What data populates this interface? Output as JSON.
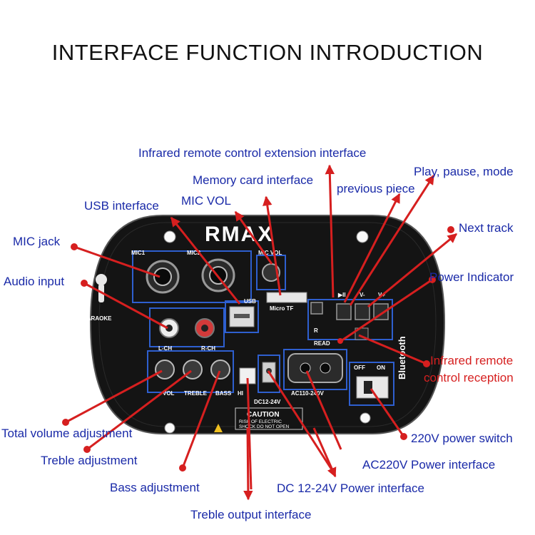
{
  "title": "INTERFACE FUNCTION INTRODUCTION",
  "labels": {
    "ir_ext": "Infrared remote control extension interface",
    "memory_card": "Memory card interface",
    "play_pause": "Play, pause, mode",
    "previous": "previous piece",
    "usb": "USB interface",
    "mic_vol": "MIC VOL",
    "next_track": "Next track",
    "mic_jack": "MIC jack",
    "power_indicator": "Power Indicator",
    "audio_input": "Audio input",
    "ir_reception": "Infrared remote control reception",
    "ir_reception_line1": "Infrared remote",
    "ir_reception_line2": "control reception",
    "total_volume": "Total volume adjustment",
    "switch_220v": "220V power switch",
    "treble": "Treble adjustment",
    "ac220v": "AC220V Power interface",
    "bass": "Bass adjustment",
    "dc": "DC 12-24V Power interface",
    "treble_output": "Treble output interface"
  },
  "board": {
    "brand": "RMAX",
    "mic1": "MIC1",
    "mic2": "MIC2",
    "mic_vol": "MIC VOL",
    "usb": "USB",
    "micro_tf": "Micro TF",
    "karaoke": "KARAOKE",
    "l_ch": "L-CH",
    "r_ch": "R-CH",
    "vol": "VOL",
    "treble": "TREBLE",
    "bass": "BASS",
    "hi": "HI",
    "dc": "DC12-24V",
    "ac": "AC110-240V",
    "off": "OFF",
    "on": "ON",
    "read": "READ",
    "r": "R",
    "bluetooth": "Bluetooth",
    "caution": "CAUTION",
    "caution_l1": "RISK OF ELECTRIC",
    "caution_l2": "SHOCK DO NOT OPEN",
    "v_minus": "V-",
    "v_plus": "V+",
    "pause": "▶II"
  },
  "colors": {
    "arrow": "#d61f1f",
    "blue_text": "#1a2aa8",
    "red_text": "#d62020",
    "outline": "#2e5fcf",
    "board": "#141414"
  }
}
